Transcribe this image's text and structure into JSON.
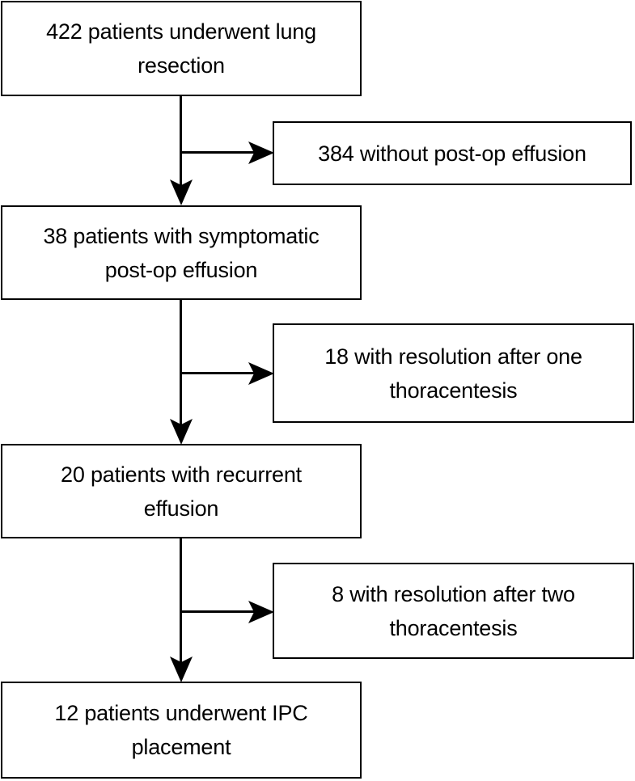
{
  "diagram": {
    "type": "flowchart",
    "title": "Patient flow through post-operative effusion management",
    "orientation": "top-to-bottom with right-side exclusion branches",
    "line_color": "#000000",
    "box_border_color": "#000000",
    "background_color": "#ffffff",
    "text_color": "#000000"
  },
  "nodes": {
    "main": [
      {
        "id": "main-1",
        "count": 422,
        "text": "422 patients underwent lung\nresection"
      },
      {
        "id": "main-2",
        "count": 38,
        "text": "38 patients with symptomatic\npost-op effusion"
      },
      {
        "id": "main-3",
        "count": 20,
        "text": "20 patients with recurrent\neffusion"
      },
      {
        "id": "main-4",
        "count": 12,
        "text": "12 patients underwent IPC\nplacement"
      }
    ],
    "branch": [
      {
        "id": "branch-1",
        "count": 384,
        "text": "384 without post-op effusion"
      },
      {
        "id": "branch-2",
        "count": 18,
        "text": "18 with resolution after one\nthoracentesis"
      },
      {
        "id": "branch-3",
        "count": 8,
        "text": "8 with resolution after two\nthoracentesis"
      }
    ]
  },
  "connectors": [
    {
      "id": "connector-1",
      "from": "main-1",
      "to": "main-2",
      "branch_to": "branch-1",
      "arrowhead": "filled-triangle"
    },
    {
      "id": "connector-2",
      "from": "main-2",
      "to": "main-3",
      "branch_to": "branch-2",
      "arrowhead": "filled-triangle"
    },
    {
      "id": "connector-3",
      "from": "main-3",
      "to": "main-4",
      "branch_to": "branch-3",
      "arrowhead": "filled-triangle"
    }
  ]
}
